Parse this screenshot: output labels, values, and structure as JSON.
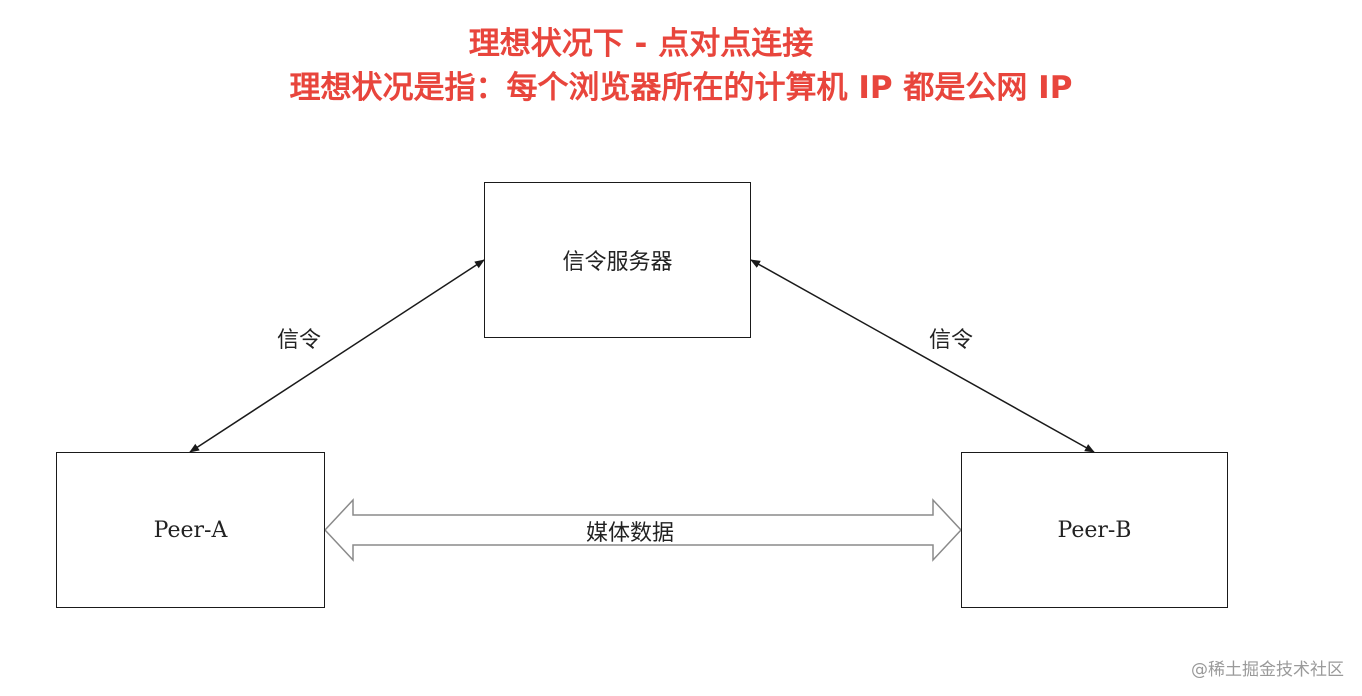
{
  "header": {
    "title_line1": "理想状况下 - 点对点连接",
    "title_line2": "理想状况是指：每个浏览器所在的计算机 IP 都是公网 IP",
    "title_color": "#e8453c"
  },
  "nodes": {
    "server": "信令服务器",
    "peer_a": "Peer-A",
    "peer_b": "Peer-B"
  },
  "edges": {
    "signal_left": "信令",
    "signal_right": "信令",
    "media": "媒体数据"
  },
  "watermark": "@稀土掘金技术社区"
}
